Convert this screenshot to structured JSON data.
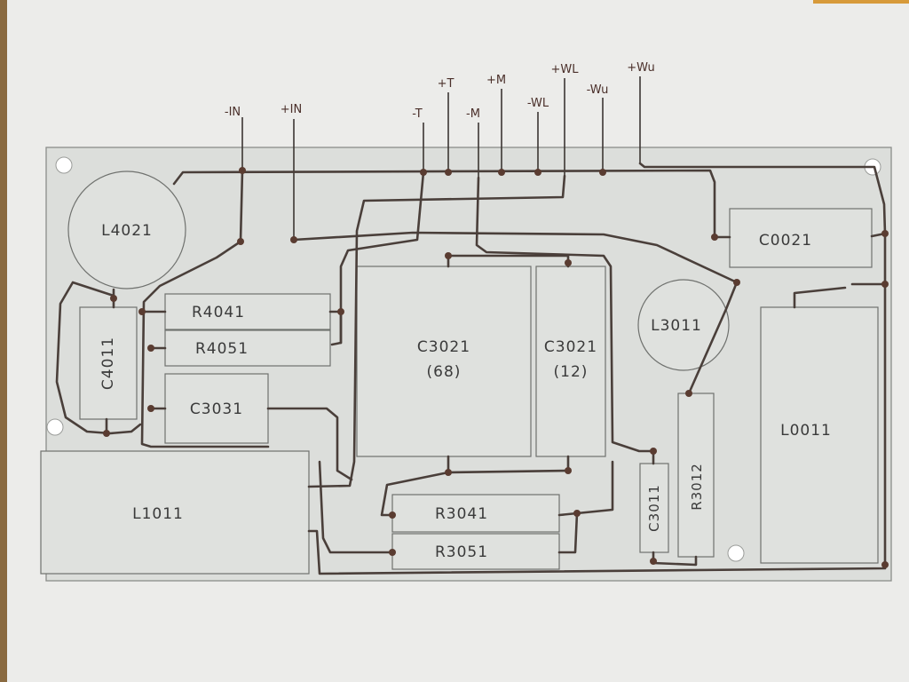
{
  "terminals": [
    {
      "id": "neg_in",
      "label": "-IN"
    },
    {
      "id": "pos_in",
      "label": "+IN"
    },
    {
      "id": "neg_t",
      "label": "-T"
    },
    {
      "id": "pos_t",
      "label": "+T"
    },
    {
      "id": "neg_m",
      "label": "-M"
    },
    {
      "id": "pos_m",
      "label": "+M"
    },
    {
      "id": "neg_wl",
      "label": "-WL"
    },
    {
      "id": "pos_wl",
      "label": "+WL"
    },
    {
      "id": "neg_wu",
      "label": "-Wu"
    },
    {
      "id": "pos_wu",
      "label": "+Wu"
    }
  ],
  "components": {
    "L4021": "L4021",
    "C4011": "C4011",
    "R4041": "R4041",
    "R4051": "R4051",
    "C3031": "C3031",
    "L1011": "L1011",
    "C3021_big": "C3021",
    "C3021_big_value": "(68)",
    "C3021_small": "C3021",
    "C3021_small_value": "(12)",
    "R3041": "R3041",
    "R3051": "R3051",
    "C0021": "C0021",
    "L3011": "L3011",
    "C3011": "C3011",
    "R3012": "R3012",
    "L0011": "L0011"
  },
  "colors": {
    "board": "#dcdedb",
    "wire": "#4a3f3a",
    "pad": "#5a3c31",
    "paper": "#ececea"
  }
}
